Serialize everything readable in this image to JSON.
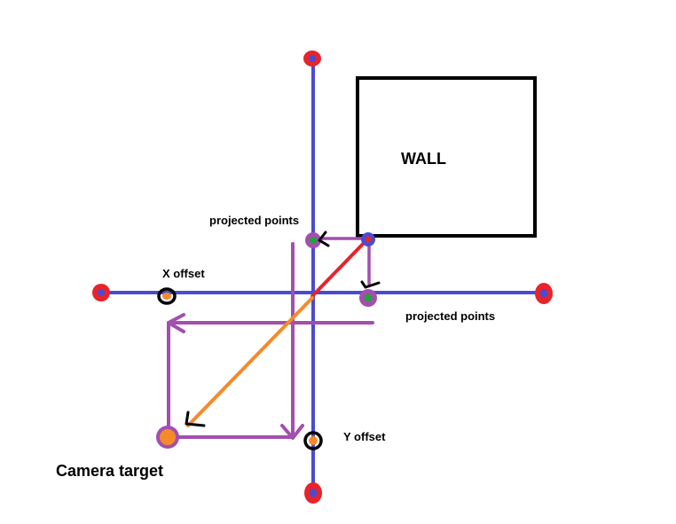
{
  "labels": {
    "wall": "WALL",
    "projected_top": "projected points",
    "projected_right": "projected points",
    "x_offset": "X offset",
    "y_offset": "Y offset",
    "camera_target": "Camera target"
  },
  "colors": {
    "axis": "#4b4bd2",
    "axis_endpoint_fill": "#e8232a",
    "axis_endpoint_center": "#4b4bd2",
    "projection_arrow": "#a24fae",
    "wall_to_center": "#e8232a",
    "center_to_camera": "#f58a2c",
    "projected_point_center": "#22a33a",
    "offset_marker_ring": "#000000",
    "offset_marker_fill": "#f58a2c",
    "camera_target_fill": "#f58a2c",
    "camera_target_ring": "#a24fae",
    "wall_outline": "#000000",
    "pointer_tick": "#000000"
  }
}
